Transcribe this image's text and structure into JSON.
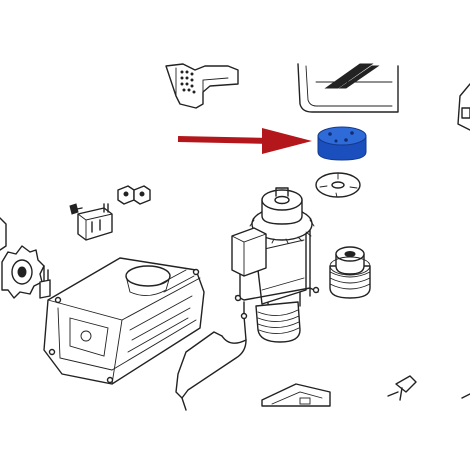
{
  "diagram": {
    "highlight_color": "#1f56c9",
    "arrow_color": "#b3171c",
    "line_color": "#222222",
    "highlighted_part": "blue-end-cap",
    "parts": [
      "blue-end-cap",
      "disc-washer",
      "electric-motor",
      "worm-pulley",
      "gearbox-housing",
      "pinion-gear",
      "gasket-cable",
      "terminal-connector",
      "small-clips",
      "control-box-corner",
      "cover-corner",
      "bracket-fragment",
      "clip-right"
    ]
  }
}
